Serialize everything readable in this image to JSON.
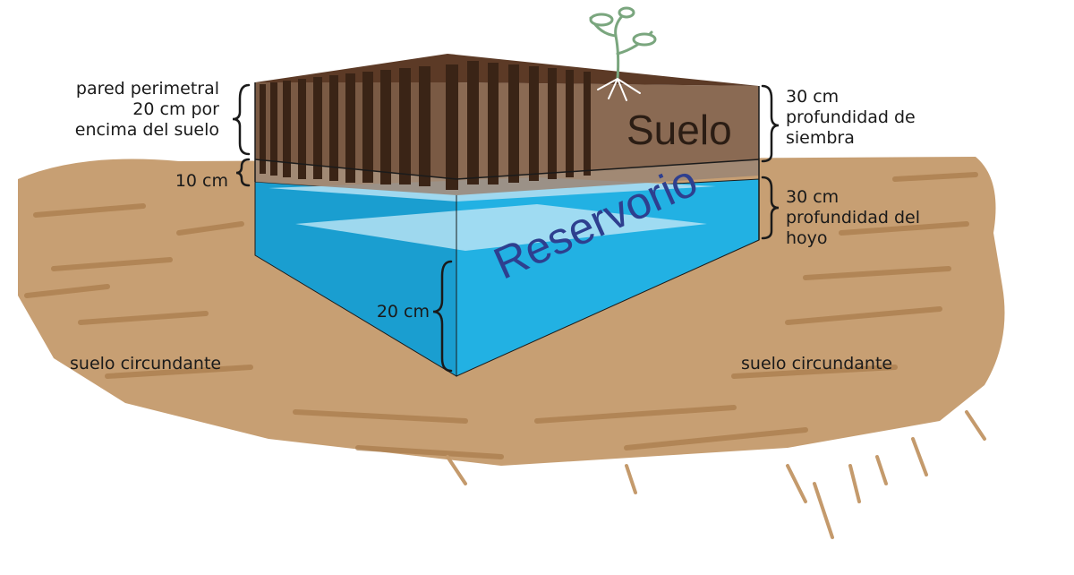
{
  "labels": {
    "wall_lines": [
      "pared perimetral",
      "20 cm por",
      "encima del suelo"
    ],
    "gap": "10 cm",
    "planting_lines": [
      "30 cm",
      "profundidad de",
      "siembra"
    ],
    "hole_lines": [
      "30 cm",
      "profundidad del",
      "hoyo"
    ],
    "reservoir_depth": "20 cm",
    "surrounding_left": "suelo circundante",
    "surrounding_right": "suelo circundante"
  },
  "box_labels": {
    "soil": "Suelo",
    "reservoir": "Reservorio"
  },
  "colors": {
    "ground": "#c49a6c",
    "ground_dark": "#a87b4a",
    "soil_layer": "#7a5a44",
    "wall_top": "#5c3a26",
    "stakes": "#3a2416",
    "water_light": "#9fd8ef",
    "water": "#22b1e3",
    "water_dark": "#1a9ed0",
    "reservoir_text": "#2e3f8f",
    "soil_text": "#2b1d14",
    "plant": "#7aa67e"
  }
}
